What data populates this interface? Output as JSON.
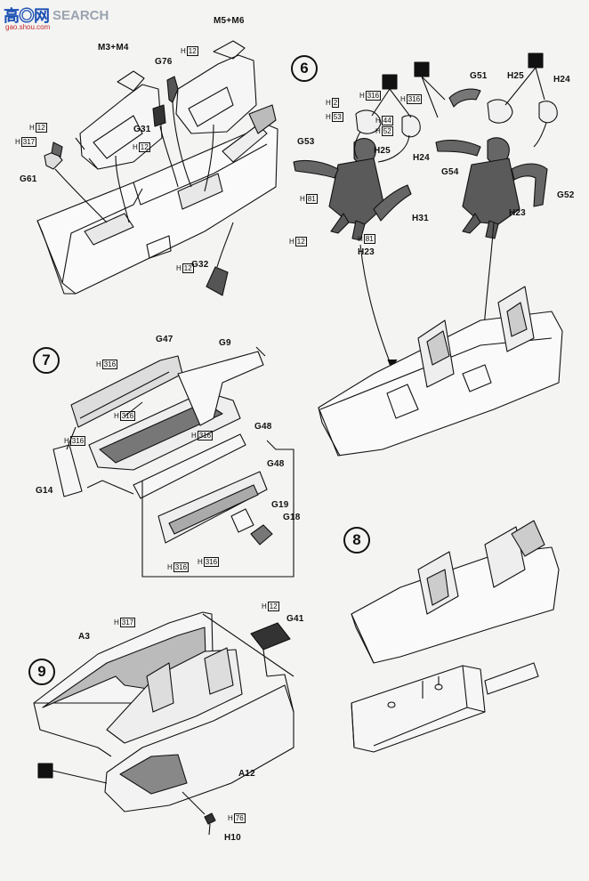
{
  "watermark": {
    "brand": "SEARCH",
    "url": "gao.shou.com"
  },
  "steps": [
    {
      "number": "6"
    },
    {
      "number": "7"
    },
    {
      "number": "8"
    },
    {
      "number": "9"
    }
  ],
  "parts": {
    "m3m4": "M3+M4",
    "m5m6": "M5+M6",
    "g76": "G76",
    "g31": "G31",
    "g61": "G61",
    "g32": "G32",
    "g53": "G53",
    "h25a": "H25",
    "h24a": "H24",
    "h23a": "H23",
    "h31": "H31",
    "g51": "G51",
    "h25b": "H25",
    "h24b": "H24",
    "g54": "G54",
    "g52": "G52",
    "h23b": "H23",
    "g47": "G47",
    "g9": "G9",
    "g48a": "G48",
    "g48b": "G48",
    "g14": "G14",
    "g19": "G19",
    "g18": "G18",
    "a3": "A3",
    "g41": "G41",
    "a12": "A12",
    "h10": "H10"
  },
  "paint_codes": {
    "h_prefix": "H",
    "c12": "12",
    "c317": "317",
    "c2": "2",
    "c53": "53",
    "c316": "316",
    "c44": "44",
    "c52": "52",
    "c81": "81",
    "c76": "76"
  },
  "colors": {
    "ink": "#111111",
    "paper": "#f4f4f2",
    "shade": "#8a8a8a",
    "figure": "#555555"
  }
}
